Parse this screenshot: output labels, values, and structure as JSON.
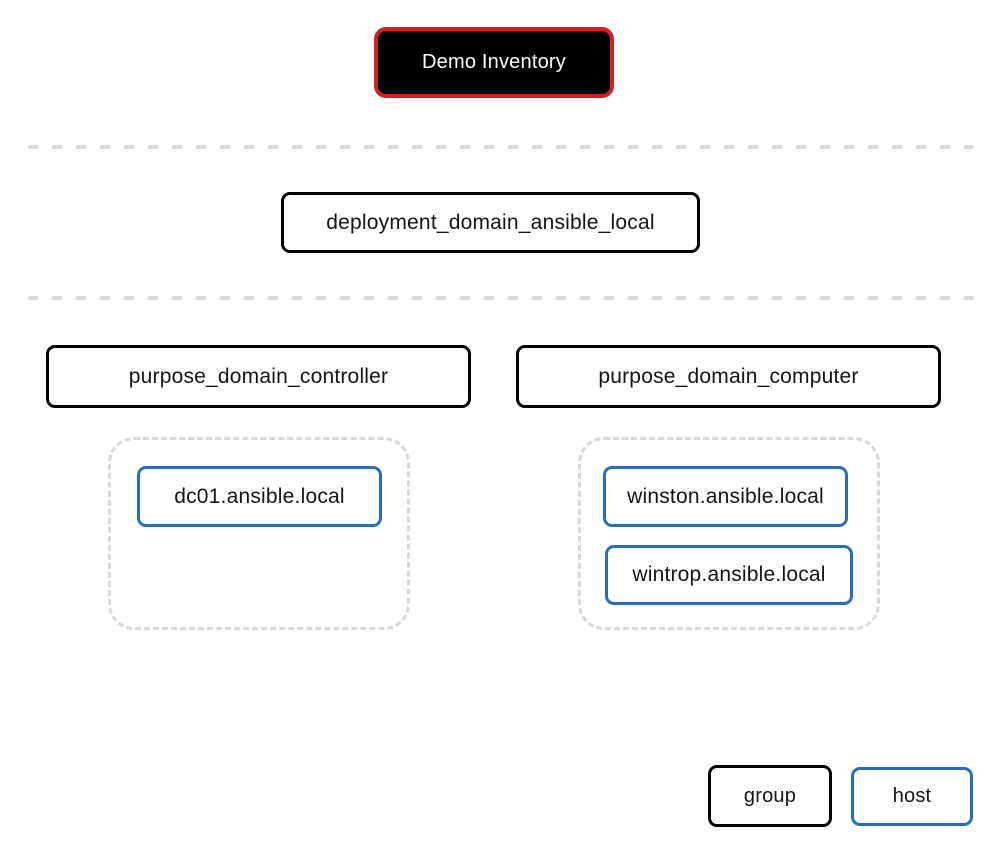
{
  "inventory": {
    "label": "Demo Inventory"
  },
  "deployment_group": {
    "label": "deployment_domain_ansible_local"
  },
  "purpose_groups": [
    {
      "label": "purpose_domain_controller",
      "hosts": [
        "dc01.ansible.local"
      ]
    },
    {
      "label": "purpose_domain_computer",
      "hosts": [
        "winston.ansible.local",
        "wintrop.ansible.local"
      ]
    }
  ],
  "legend": {
    "group": "group",
    "host": "host"
  },
  "colors": {
    "inventory_border": "#cf2127",
    "inventory_bg": "#000000",
    "group_border": "#000000",
    "host_border": "#2b6db9",
    "dash": "#d9d9d9",
    "text": "#151515"
  }
}
